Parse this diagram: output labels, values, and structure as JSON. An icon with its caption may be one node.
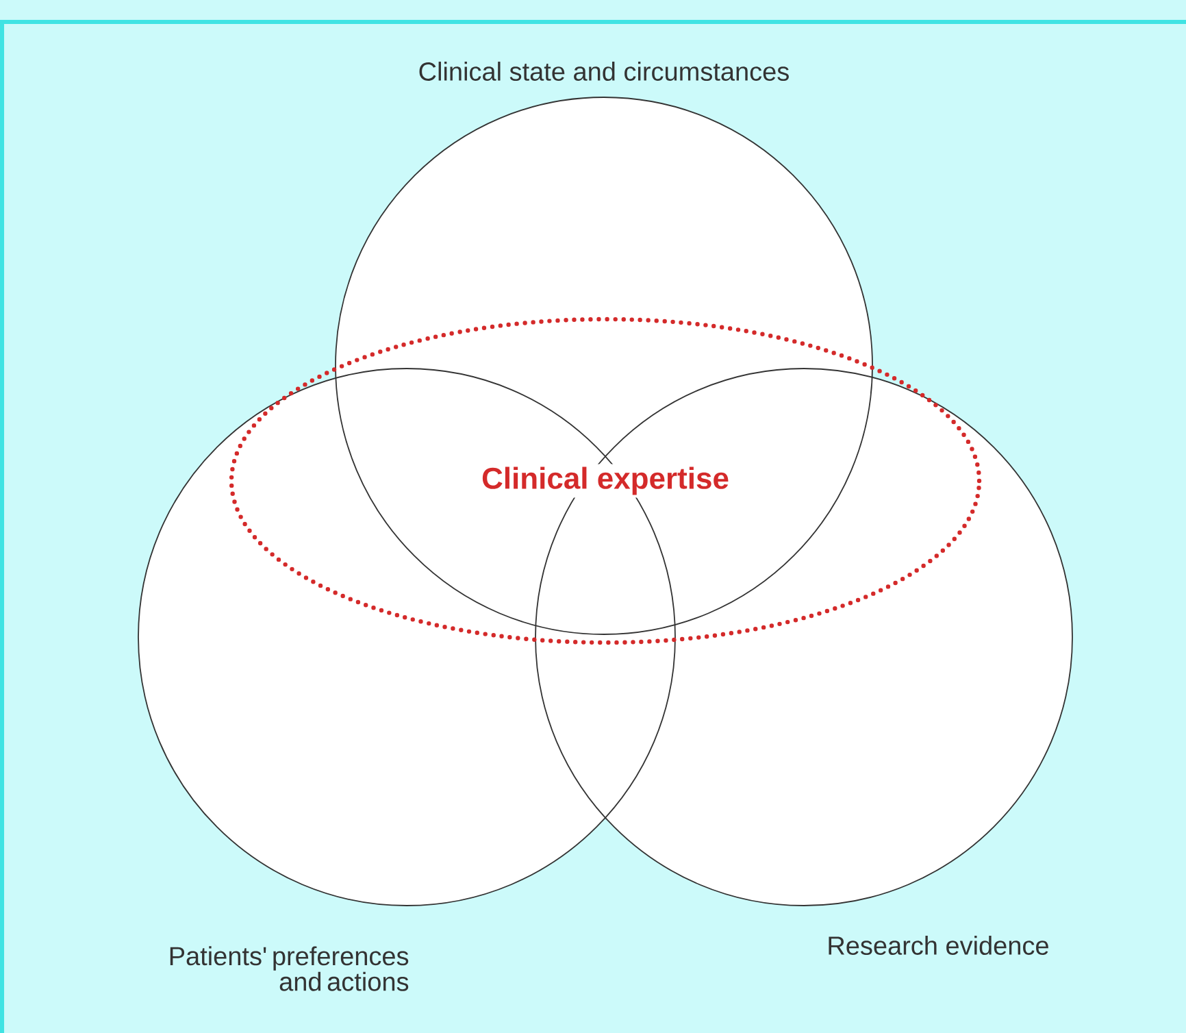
{
  "diagram": {
    "nodes": [
      {
        "text": [
          "Clinical state and circumstances"
        ]
      },
      {
        "text": [
          "Patients' preferences and actions"
        ]
      },
      {
        "text": [
          "Research evidence"
        ]
      },
      {
        "text": [
          "Clinical expertise"
        ]
      }
    ]
  }
}
